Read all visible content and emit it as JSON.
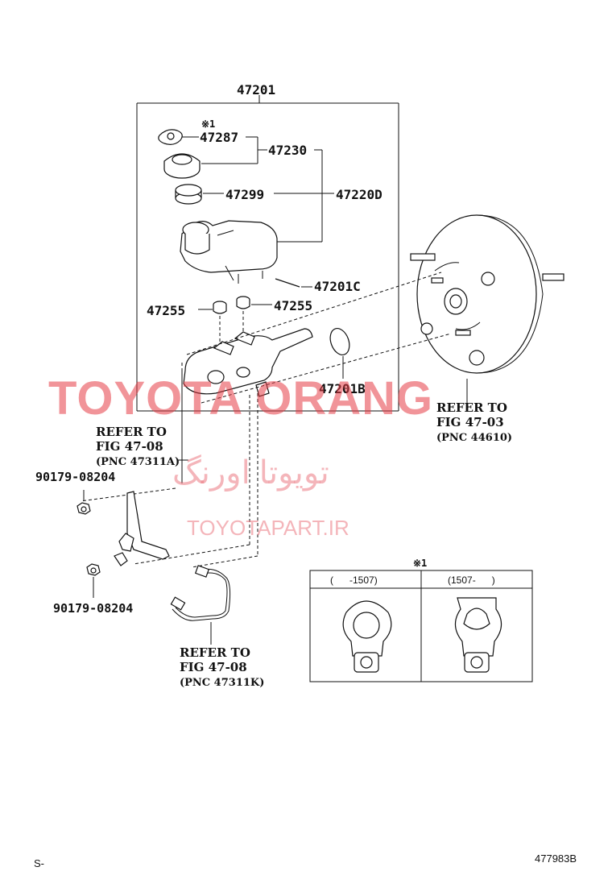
{
  "callouts": {
    "assembly": "47201",
    "note_mark": "※1",
    "gasket": "47287",
    "cap": "47230",
    "strainer": "47299",
    "reservoir": "47220D",
    "pin": "47201C",
    "grommet_left": "47255",
    "grommet_right": "47255",
    "oring": "47201B",
    "nut_upper": "90179-08204",
    "nut_lower": "90179-08204"
  },
  "refs": {
    "booster": {
      "line1": "REFER TO",
      "line2": "FIG 47-03",
      "line3": "(PNC 44610)"
    },
    "tube_a": {
      "line1": "REFER TO",
      "line2": "FIG 47-08",
      "line3": "(PNC 47311A)"
    },
    "tube_k": {
      "line1": "REFER TO",
      "line2": "FIG 47-08",
      "line3": "(PNC 47311K)"
    }
  },
  "inset": {
    "mark": "※1",
    "col_left": "(      -1507)",
    "col_right": "(1507-      )"
  },
  "watermarks": {
    "brand": "TOYOTA ORANG",
    "persian": "تویوتا اورنگ",
    "site": "TOYOTAPART.IR"
  },
  "footer": {
    "left": "S-",
    "right": "477983B"
  }
}
